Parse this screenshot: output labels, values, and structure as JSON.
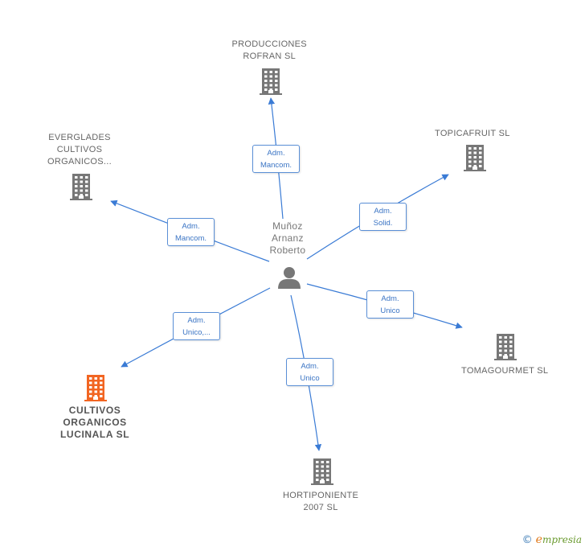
{
  "center": {
    "lines": [
      "Muñoz",
      "Arnanz",
      "Roberto"
    ]
  },
  "nodes": [
    {
      "id": "producciones",
      "lines": [
        "PRODUCCIONES",
        "ROFRAN SL"
      ],
      "highlight": false,
      "icon": "building-icon"
    },
    {
      "id": "topicafruit",
      "lines": [
        "TOPICAFRUIT SL"
      ],
      "highlight": false,
      "icon": "building-icon"
    },
    {
      "id": "everglades",
      "lines": [
        "EVERGLADES",
        "CULTIVOS",
        "ORGANICOS..."
      ],
      "highlight": false,
      "icon": "building-icon"
    },
    {
      "id": "tomagourmet",
      "lines": [
        "TOMAGOURMET SL"
      ],
      "highlight": false,
      "icon": "building-icon"
    },
    {
      "id": "cultivos",
      "lines": [
        "CULTIVOS",
        "ORGANICOS",
        "LUCINALA  SL"
      ],
      "highlight": true,
      "icon": "building-icon"
    },
    {
      "id": "hortiponiente",
      "lines": [
        "HORTIPONIENTE",
        "2007 SL"
      ],
      "highlight": false,
      "icon": "building-icon"
    }
  ],
  "edges": [
    {
      "to": "producciones",
      "role": [
        "Adm.",
        "Mancom."
      ]
    },
    {
      "to": "everglades",
      "role": [
        "Adm.",
        "Mancom."
      ]
    },
    {
      "to": "topicafruit",
      "role": [
        "Adm.",
        "Solid."
      ]
    },
    {
      "to": "tomagourmet",
      "role": [
        "Adm.",
        "Unico"
      ]
    },
    {
      "to": "cultivos",
      "role": [
        "Adm.",
        "Unico,..."
      ]
    },
    {
      "to": "hortiponiente",
      "role": [
        "Adm.",
        "Unico"
      ]
    }
  ],
  "colors": {
    "edge": "#3a7bd5",
    "building": "#777777",
    "building_highlight": "#f26522",
    "person": "#777777"
  },
  "watermark": {
    "symbol": "©",
    "first": "e",
    "rest": "mpresia"
  }
}
